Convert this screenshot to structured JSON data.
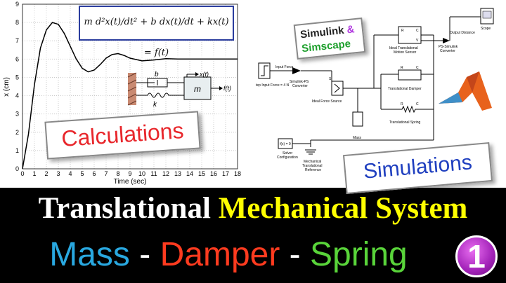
{
  "chart_data": {
    "type": "line",
    "xlabel": "Time (sec)",
    "ylabel": "x (cm)",
    "xlim": [
      0,
      18
    ],
    "ylim": [
      0,
      9
    ],
    "xticks": [
      "0",
      "1",
      "2",
      "3",
      "4",
      "5",
      "6",
      "7",
      "8",
      "9",
      "10",
      "11",
      "12",
      "13",
      "14",
      "15",
      "16",
      "17",
      "18"
    ],
    "yticks": [
      "0",
      "1",
      "2",
      "3",
      "4",
      "5",
      "6",
      "7",
      "8",
      "9"
    ],
    "grid": true,
    "series": [
      {
        "color": "#000000",
        "x": [
          0,
          0.5,
          1,
          1.5,
          2,
          2.5,
          3,
          3.5,
          4,
          4.5,
          5,
          5.5,
          6,
          6.5,
          7,
          7.5,
          8,
          8.5,
          9,
          10,
          11,
          12,
          13,
          14,
          15,
          16,
          17,
          18
        ],
        "values": [
          0,
          1.9,
          4.6,
          6.6,
          7.6,
          8.0,
          7.9,
          7.4,
          6.7,
          6.0,
          5.5,
          5.3,
          5.4,
          5.7,
          6.05,
          6.25,
          6.3,
          6.2,
          6.05,
          5.9,
          5.95,
          6.02,
          6.0,
          6.0,
          6.0,
          6.0,
          6.0,
          6.0
        ]
      }
    ]
  },
  "equation": "m d²x(t)/dt² + b dx(t)/dt + kx(t) = f(t)",
  "diagram": {
    "b": "b",
    "k": "k",
    "m": "m",
    "x": "x(t)",
    "f": "f(t)"
  },
  "callouts": {
    "calculations": "Calculations",
    "simulations": "Simulations",
    "simulink": "Simulink",
    "amp": "&",
    "simscape": "Simscape"
  },
  "simulink": {
    "input_force_label": "Input Force",
    "step_label": "tep Input Force = 4 N",
    "simulink_ps": "Simulink-PS",
    "converter": "Converter",
    "ideal_force_source": "Ideal Force Source",
    "mass": "Mass",
    "ideal_motion_sensor_1": "Ideal Translational",
    "ideal_motion_sensor_2": "Motion Sensor",
    "translational_damper": "Translational Damper",
    "translational_spring": "Translational Spring",
    "output_distance": "Output Distance",
    "ps_simulink": "PS-Simulink",
    "scope": "Scope",
    "solver_fx": "f(x) = 0",
    "solver_1": "Solver",
    "solver_2": "Configuration",
    "mtr_1": "Mechanical",
    "mtr_2": "Translational",
    "mtr_3": "Reference",
    "port_R": "R",
    "port_C": "C",
    "port_S": "S",
    "port_V": "V",
    "port_P": "P"
  },
  "title": {
    "line1_a": "Translational",
    "line1_b": "Mechanical System",
    "word_mass": "Mass",
    "dash": "-",
    "word_damper": "Damper",
    "word_spring": "Spring",
    "badge": "1"
  },
  "colors": {
    "mass_blue": "#29a8e0",
    "damper_red": "#ff3b1f",
    "spring_green": "#59d43a",
    "title_yellow": "#ffff00",
    "badge_purple": "#a222b8",
    "matlab_orange": "#e8621c"
  }
}
